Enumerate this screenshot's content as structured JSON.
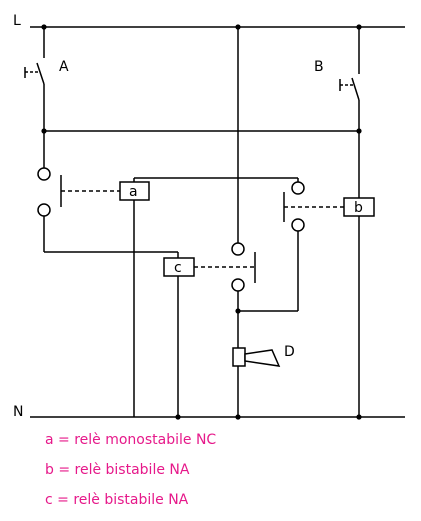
{
  "labels": {
    "line_l": "L",
    "line_n": "N",
    "switch_a": "A",
    "switch_b": "B",
    "relay_a": "a",
    "relay_b": "b",
    "relay_c": "c",
    "lamp_d": "D"
  },
  "legend": [
    "a = relè monostabile NC",
    "b = relè bistabile NA",
    "c = relè bistabile NA"
  ],
  "colors": {
    "wire": "#000000",
    "legend": "#e6198a"
  }
}
